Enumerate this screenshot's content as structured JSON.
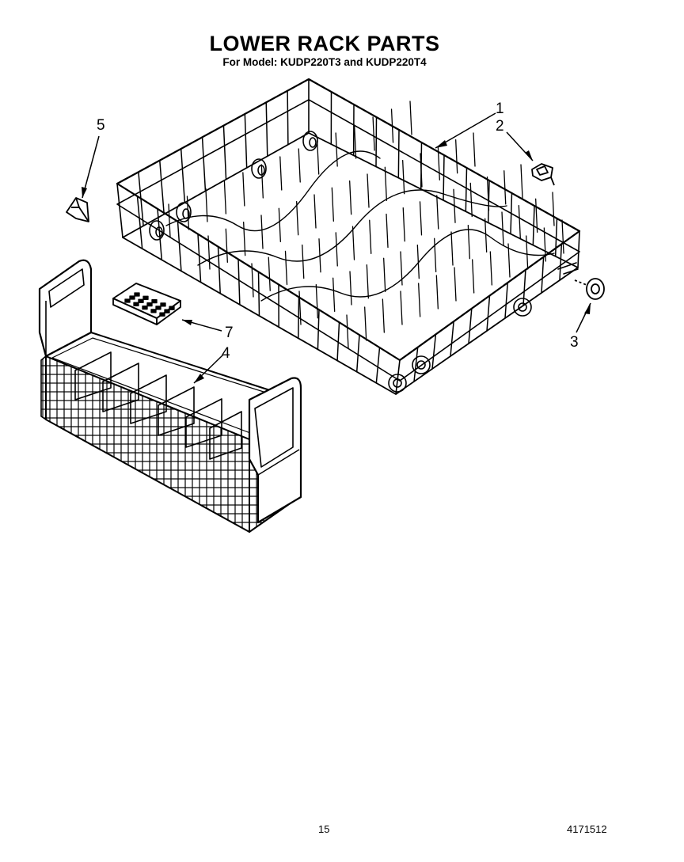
{
  "header": {
    "title": "LOWER RACK PARTS",
    "subtitle": "For Model: KUDP220T3 and KUDP220T4"
  },
  "callouts": [
    "1",
    "2",
    "3",
    "4",
    "5",
    "7"
  ],
  "footer": {
    "page_number": "15",
    "document_number": "4171512"
  }
}
